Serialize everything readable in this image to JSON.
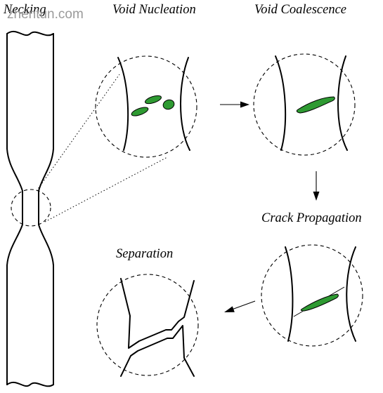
{
  "watermark": "zhentun.com",
  "labels": {
    "necking": "Necking",
    "void_nucleation": "Void Nucleation",
    "void_coalescence": "Void Coalescence",
    "crack_propagation": "Crack Propagation",
    "separation": "Separation"
  },
  "colors": {
    "void_fill": "#2e9a32",
    "ink": "#000000",
    "watermark": "#9a9a9a"
  }
}
